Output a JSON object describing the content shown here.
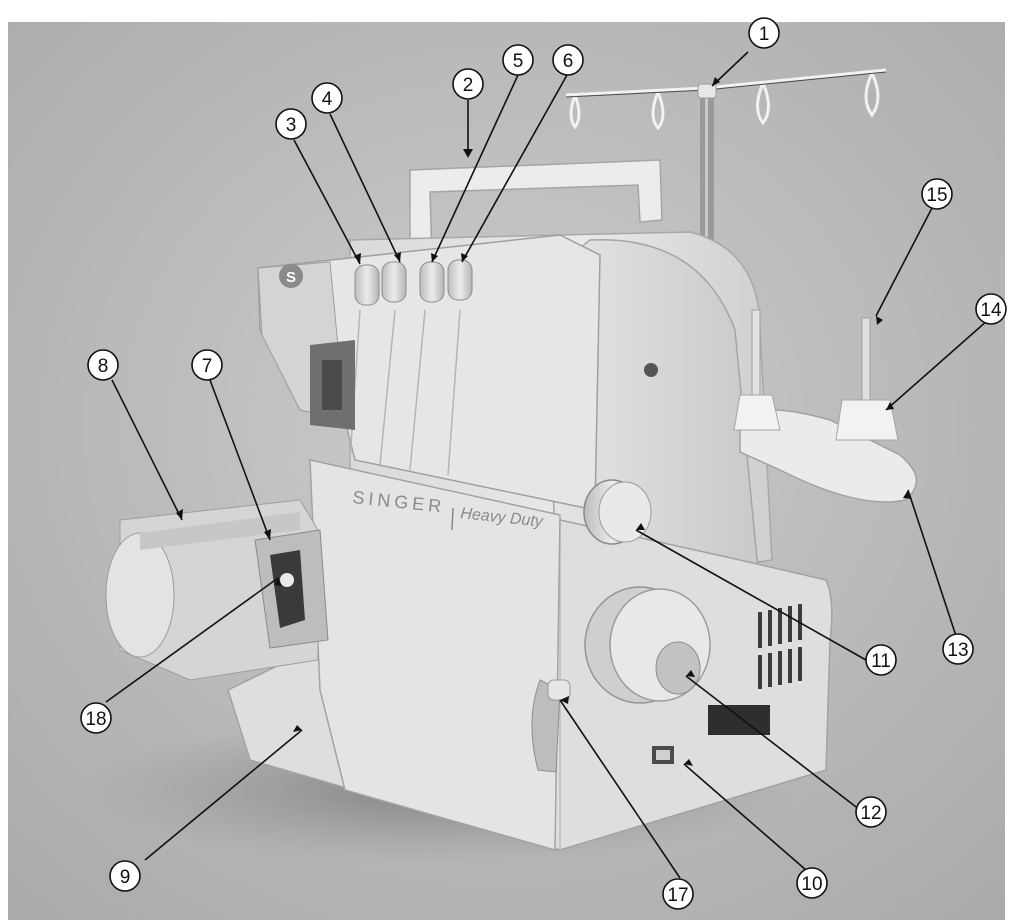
{
  "figure": {
    "brand_text": "SINGER",
    "model_text": "Heavy Duty",
    "badge_letter": "S"
  },
  "callouts": [
    {
      "id": "1",
      "label": "1"
    },
    {
      "id": "2",
      "label": "2"
    },
    {
      "id": "3",
      "label": "3"
    },
    {
      "id": "4",
      "label": "4"
    },
    {
      "id": "5",
      "label": "5"
    },
    {
      "id": "6",
      "label": "6"
    },
    {
      "id": "7",
      "label": "7"
    },
    {
      "id": "8",
      "label": "8"
    },
    {
      "id": "9",
      "label": "9"
    },
    {
      "id": "10",
      "label": "10"
    },
    {
      "id": "11",
      "label": "11"
    },
    {
      "id": "12",
      "label": "12"
    },
    {
      "id": "13",
      "label": "13"
    },
    {
      "id": "14",
      "label": "14"
    },
    {
      "id": "15",
      "label": "15"
    },
    {
      "id": "17",
      "label": "17"
    },
    {
      "id": "18",
      "label": "18"
    }
  ]
}
